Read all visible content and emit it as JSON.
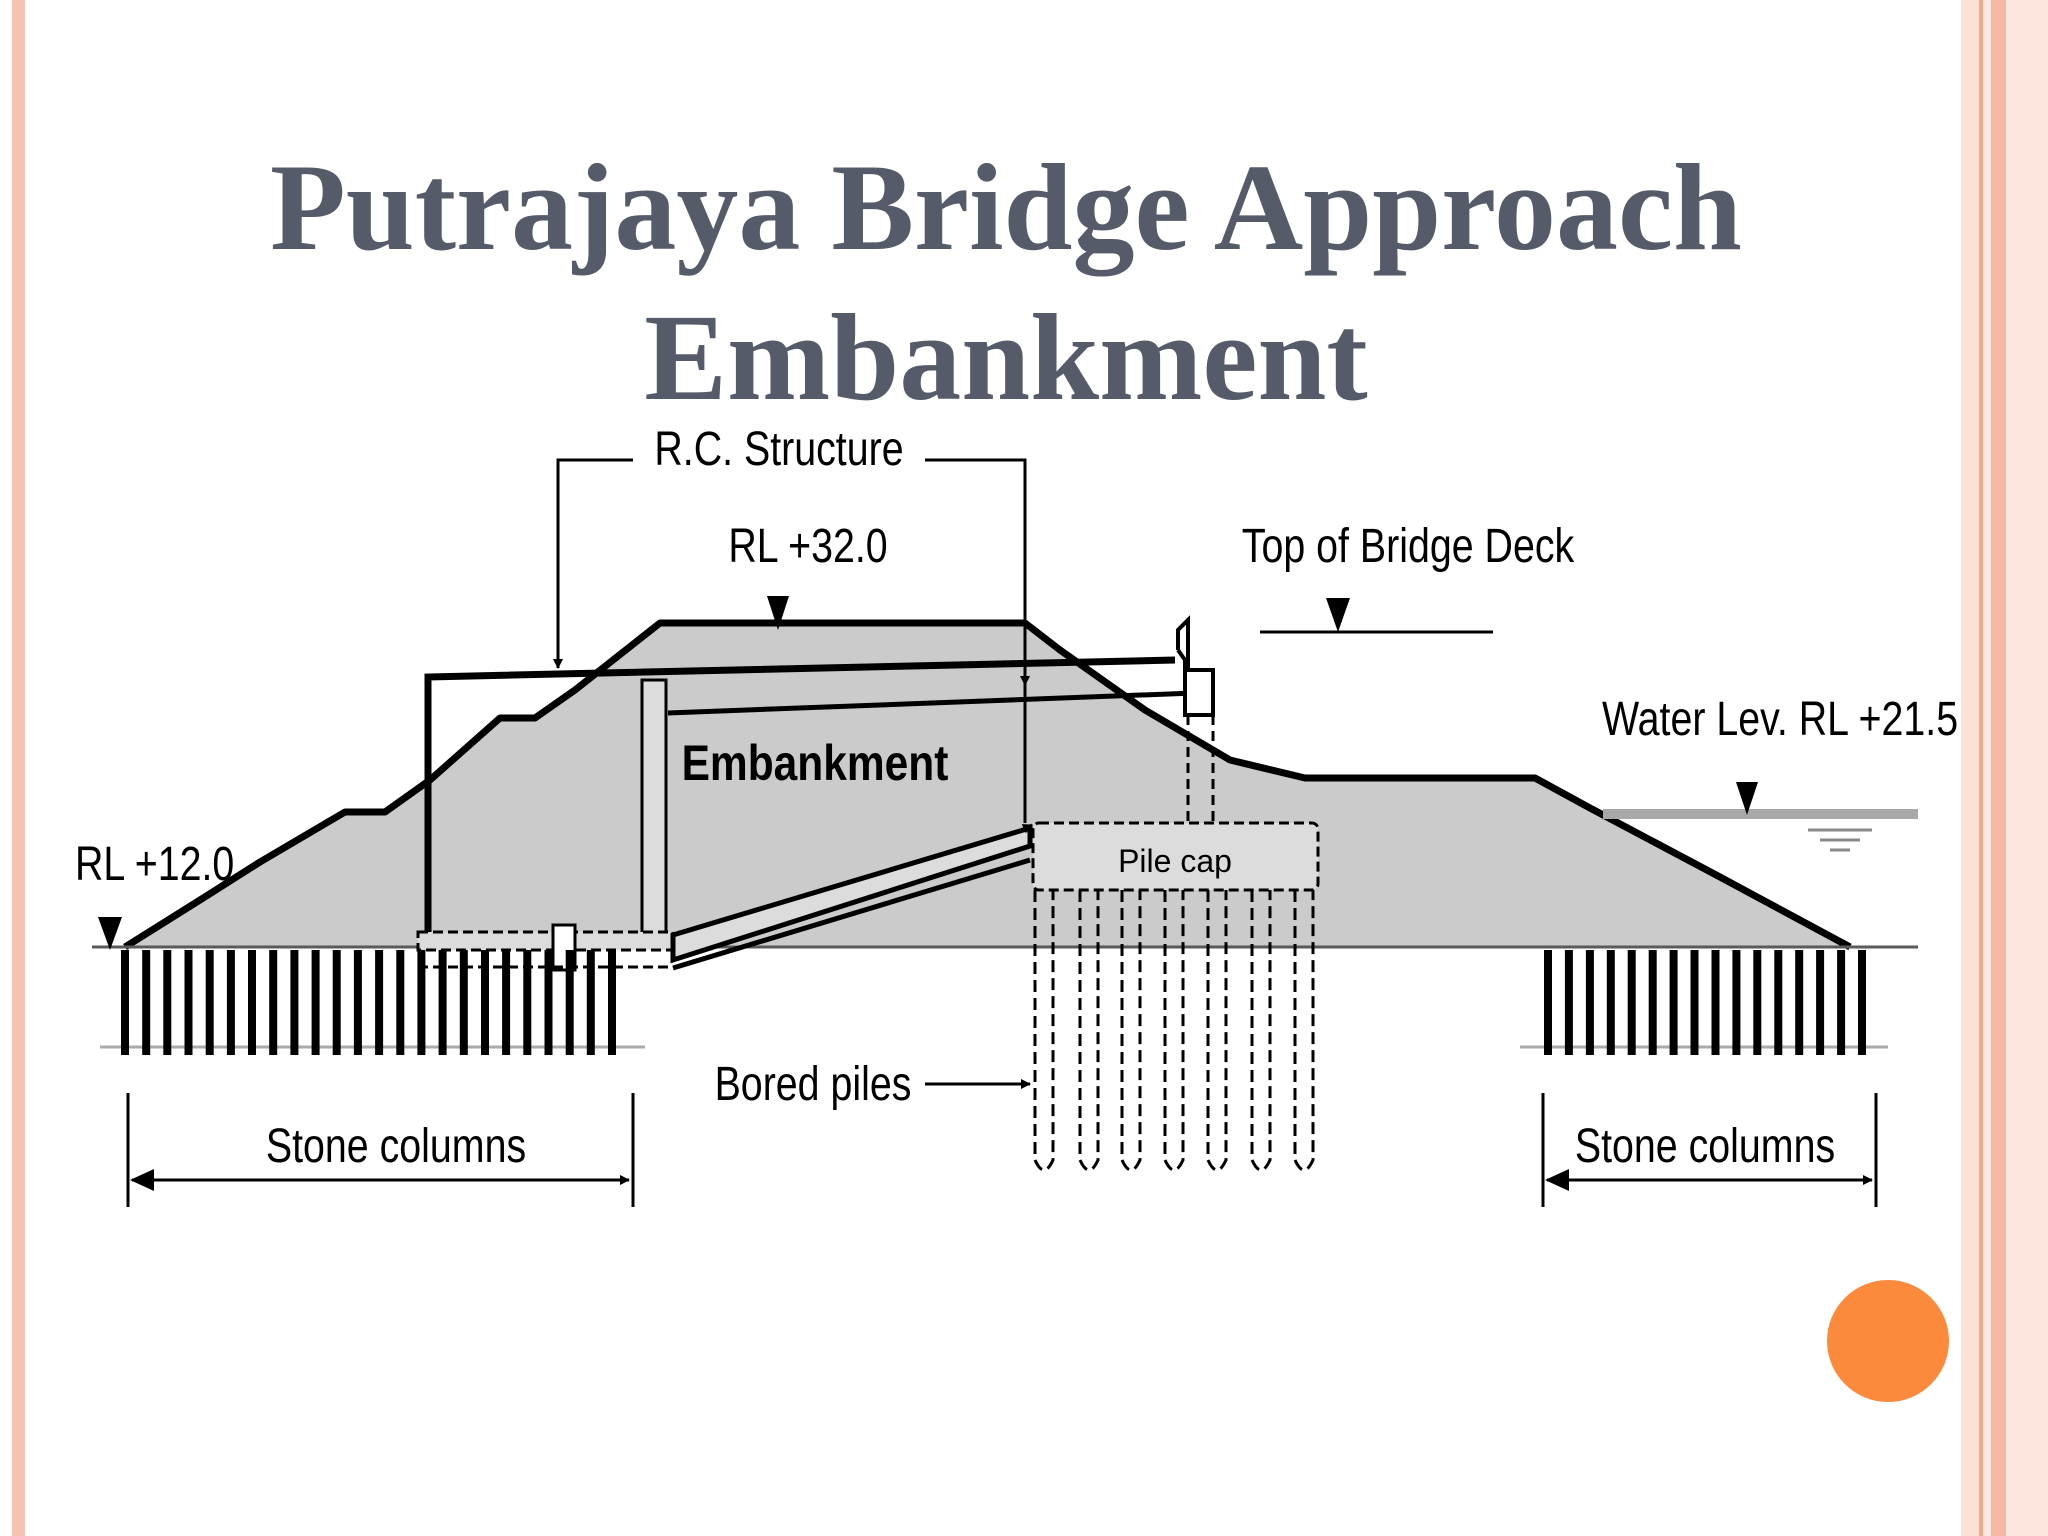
{
  "slide": {
    "title_line1": "Putrajaya Bridge Approach",
    "title_line2": "Embankment"
  },
  "diagram": {
    "labels": {
      "rc_structure": "R.C. Structure",
      "rl_top": "RL +32.0",
      "bridge_deck": "Top of Bridge Deck",
      "water_level": "Water Lev.  RL +21.5",
      "rl_left": "RL +12.0",
      "embankment": "Embankment",
      "pile_cap": "Pile cap",
      "bored_piles": "Bored piles",
      "stone_columns_left": "Stone columns",
      "stone_columns_right": "Stone columns"
    }
  },
  "colors": {
    "title": "#555b69",
    "fill": "#cbcbcb",
    "accent": "#fb8a3d",
    "border": "#f6c3b2"
  }
}
